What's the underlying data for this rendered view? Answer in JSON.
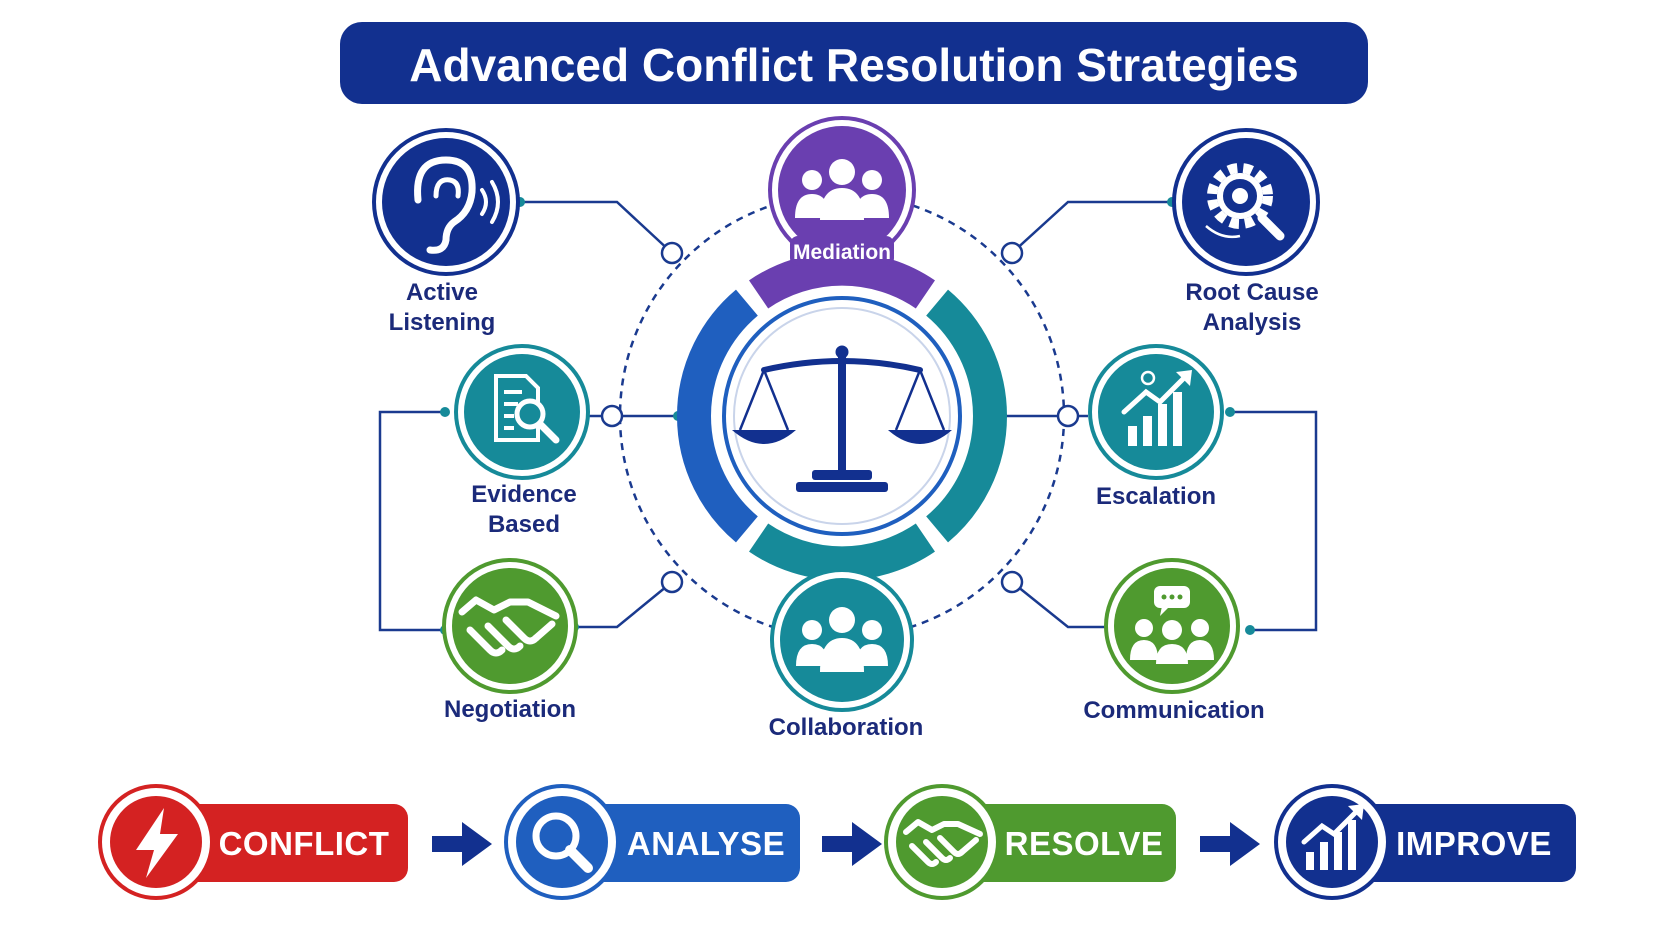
{
  "title": "Advanced Conflict Resolution Strategies",
  "colors": {
    "navy": "#12308f",
    "purple": "#6a3fb0",
    "blue": "#1f5fbf",
    "teal": "#168a99",
    "green": "#4f9a2f",
    "red": "#d42222",
    "label": "#1b2a7a"
  },
  "hub": {
    "icon": "scales-of-justice-icon"
  },
  "strategies": {
    "mediation": {
      "label": "Mediation",
      "icon": "group-people-icon"
    },
    "active_listening": {
      "label_line1": "Active",
      "label_line2": "Listening",
      "icon": "ear-icon"
    },
    "root_cause": {
      "label_line1": "Root Cause",
      "label_line2": "Analysis",
      "icon": "gear-magnifier-icon"
    },
    "evidence": {
      "label_line1": "Evidence",
      "label_line2": "Based",
      "icon": "document-search-icon"
    },
    "escalation": {
      "label": "Escalation",
      "icon": "rising-chart-icon"
    },
    "negotiation": {
      "label": "Negotiation",
      "icon": "handshake-icon"
    },
    "collaboration": {
      "label": "Collaboration",
      "icon": "team-icon"
    },
    "communication": {
      "label": "Communication",
      "icon": "speech-group-icon"
    }
  },
  "process": [
    {
      "label": "CONFLICT",
      "icon": "lightning-icon",
      "color": "#d42222"
    },
    {
      "label": "ANALYSE",
      "icon": "magnifier-icon",
      "color": "#1f5fbf"
    },
    {
      "label": "RESOLVE",
      "icon": "handshake-icon",
      "color": "#4f9a2f"
    },
    {
      "label": "IMPROVE",
      "icon": "growth-chart-icon",
      "color": "#12308f"
    }
  ]
}
